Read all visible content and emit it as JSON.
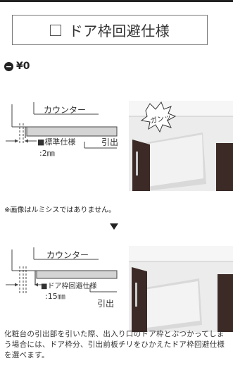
{
  "title": {
    "text": "ドア枠回避仕様"
  },
  "price": {
    "icon": "minus-circle-icon",
    "text": "¥0"
  },
  "diagram_standard": {
    "counter_label": "カウンター",
    "drawer_label": "引出",
    "spec_name": "■標準仕様",
    "spec_value": ":2㎜"
  },
  "photo_standard": {
    "bubble_text": "ガンッ"
  },
  "note": "※画像はルミシスではありません。",
  "arrow": {
    "icon": "down-arrow-icon"
  },
  "diagram_door": {
    "counter_label": "カウンター",
    "drawer_label": "引出",
    "spec_name": "■ドア枠回避仕様",
    "spec_value": ":15㎜"
  },
  "description": "化粧台の引出部を引いた際、出入り口のドア枠とぶつかってしまう場合には、ドア枠分、引出前板チリをひかえたドア枠回避仕様を選べます。",
  "colors": {
    "drawer_front": "#3b2a26",
    "counter": "#d4d4d4",
    "border": "#777777"
  }
}
